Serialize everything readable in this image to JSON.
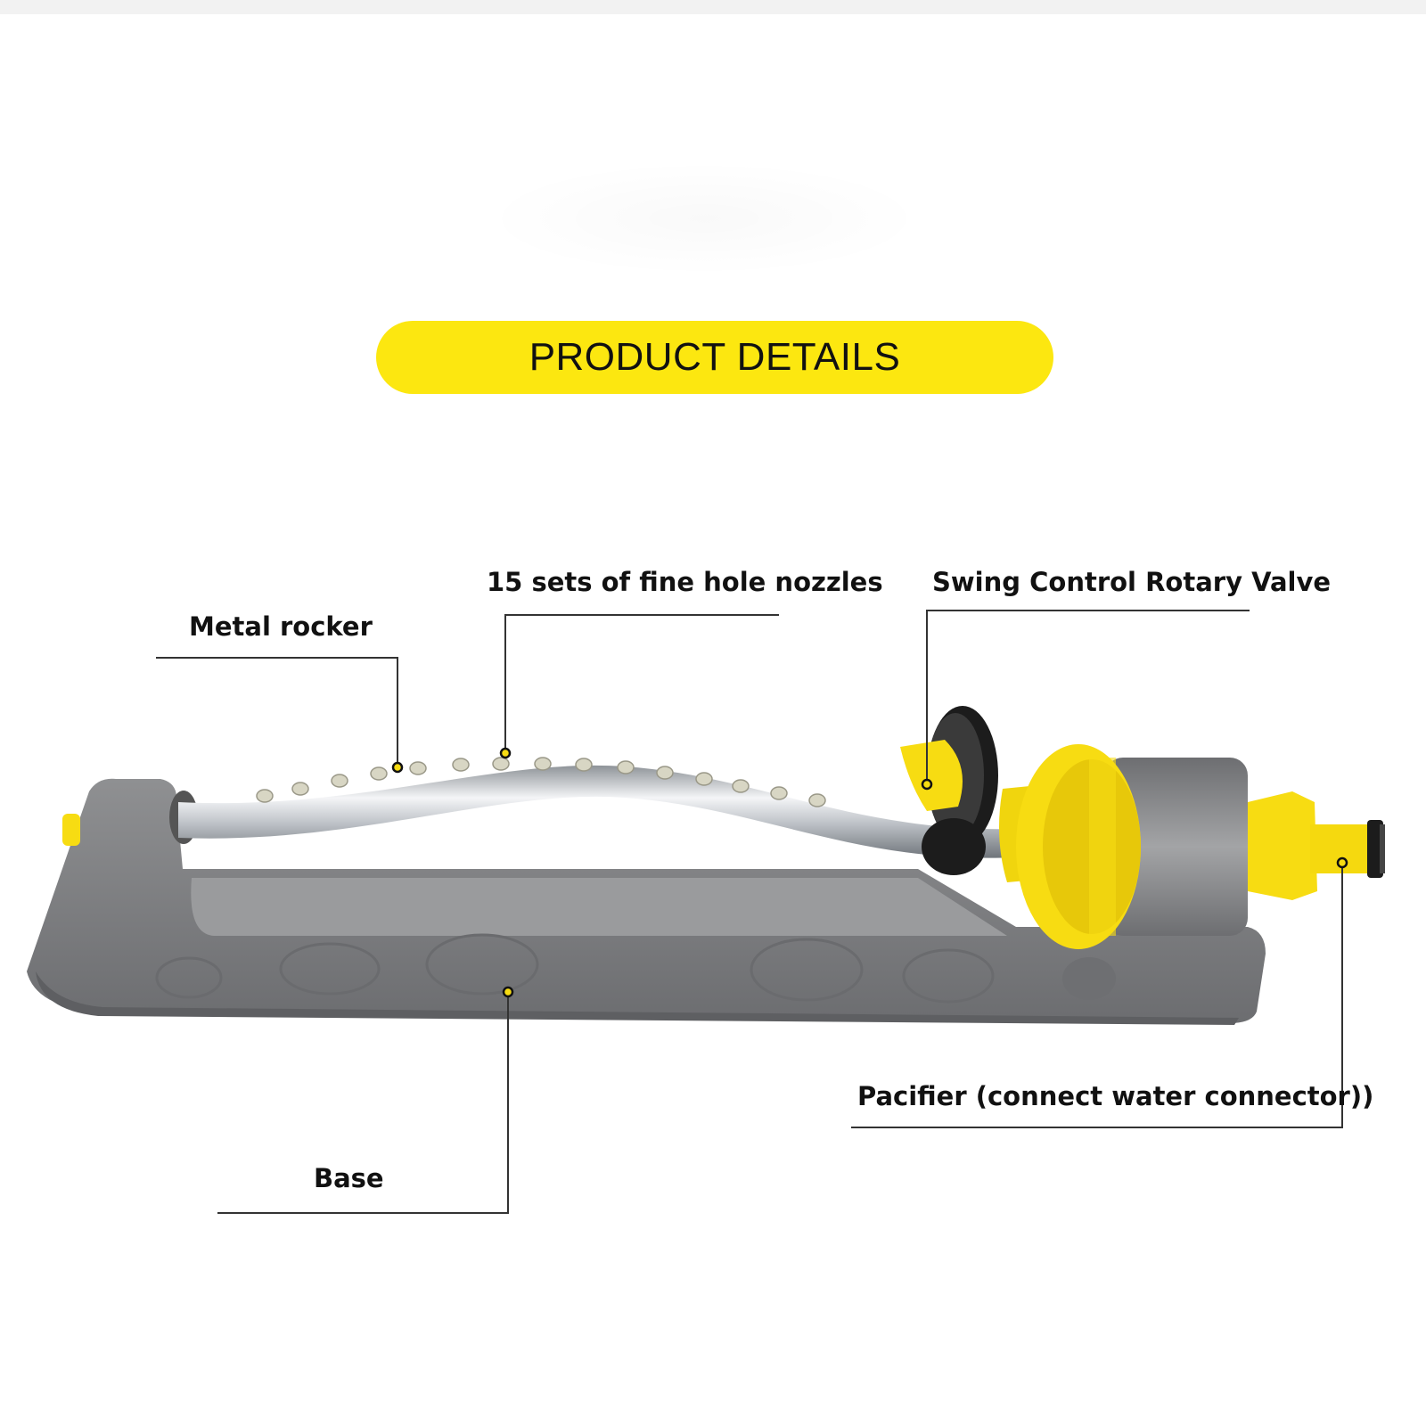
{
  "title": "PRODUCT DETAILS",
  "labels": {
    "metal_rocker": "Metal rocker",
    "nozzles": "15 sets of fine hole nozzles",
    "valve": "Swing Control Rotary Valve",
    "pacifier": "Pacifier (connect water connector))",
    "base": "Base"
  },
  "colors": {
    "accent_yellow": "#fce710",
    "base_gray": "#7d7d7f",
    "valve_gray": "#8a8b8d",
    "metal": "#c9ccd0",
    "leader_line": "#333333"
  }
}
